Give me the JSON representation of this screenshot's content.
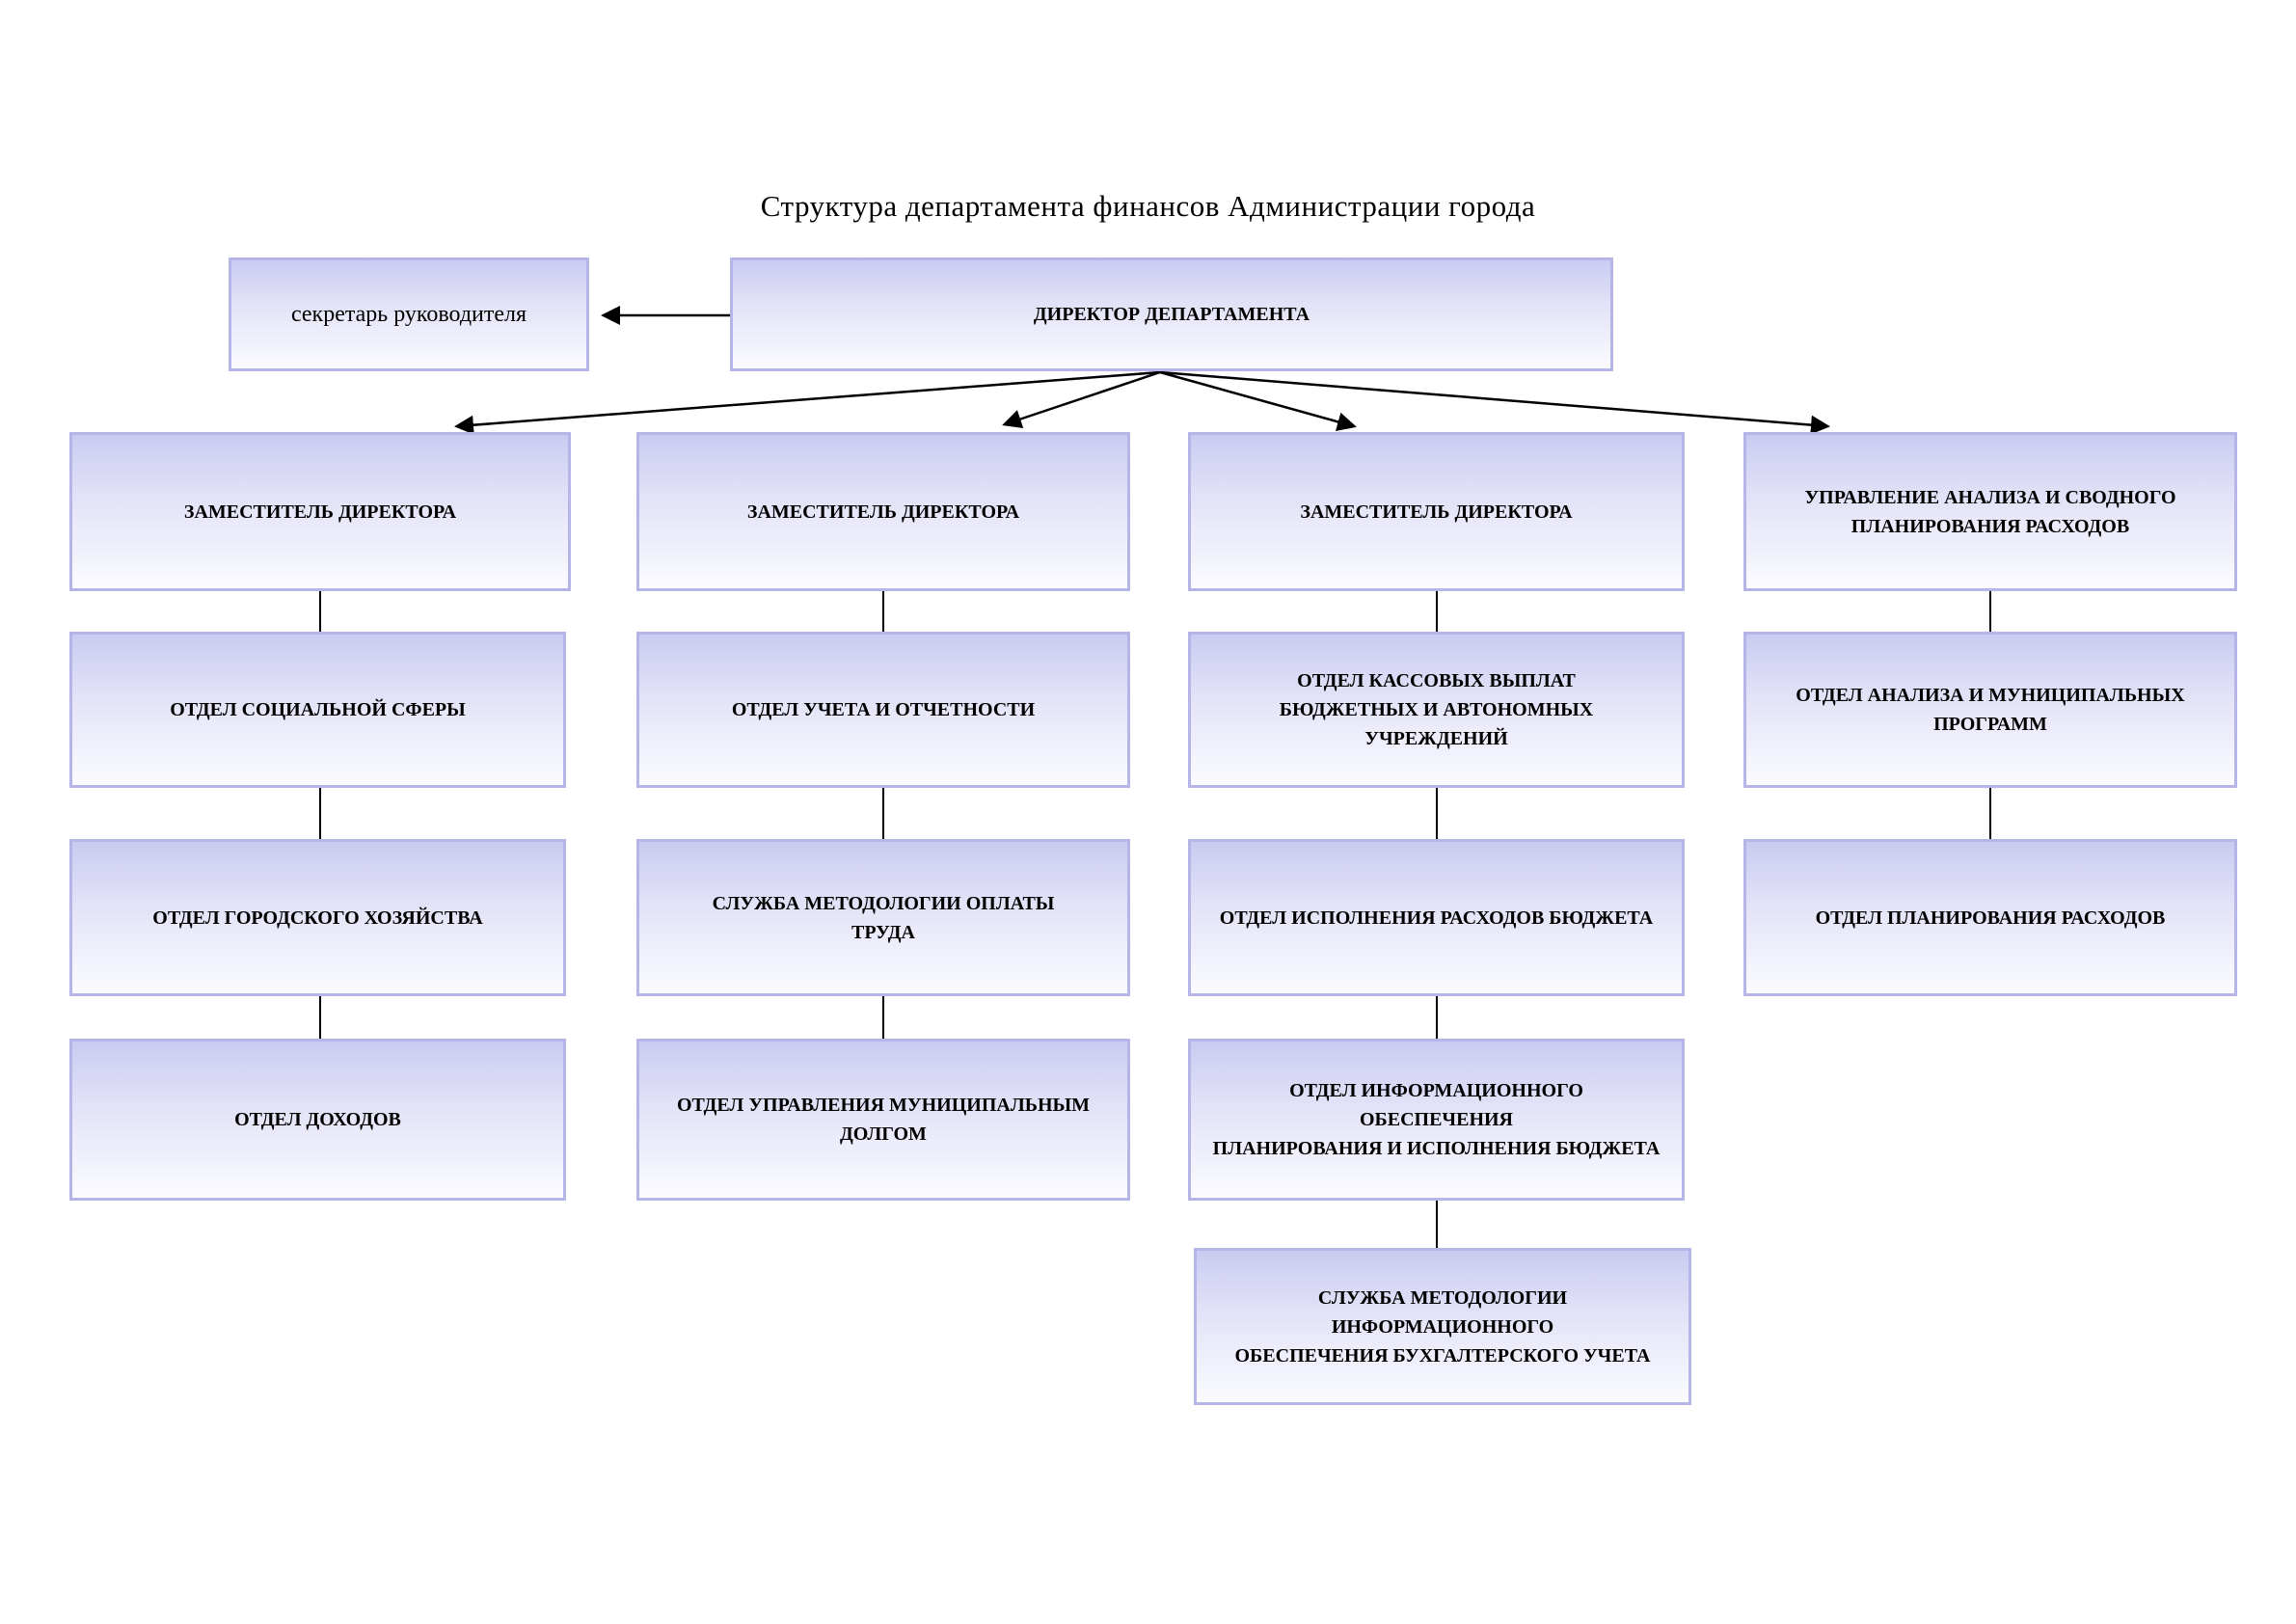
{
  "title": "Структура департамента финансов Администрации города",
  "org": {
    "secretary": "секретарь руководителя",
    "director": "ДИРЕКТОР ДЕПАРТАМЕНТА",
    "columns": [
      {
        "head": "ЗАМЕСТИТЕЛЬ ДИРЕКТОРА",
        "children": [
          "ОТДЕЛ СОЦИАЛЬНОЙ СФЕРЫ",
          "ОТДЕЛ ГОРОДСКОГО ХОЗЯЙСТВА",
          "ОТДЕЛ ДОХОДОВ"
        ]
      },
      {
        "head": "ЗАМЕСТИТЕЛЬ ДИРЕКТОРА",
        "children": [
          "ОТДЕЛ УЧЕТА И ОТЧЕТНОСТИ",
          "СЛУЖБА МЕТОДОЛОГИИ ОПЛАТЫ\nТРУДА",
          "ОТДЕЛ УПРАВЛЕНИЯ МУНИЦИПАЛЬНЫМ\nДОЛГОМ"
        ]
      },
      {
        "head": "ЗАМЕСТИТЕЛЬ ДИРЕКТОРА",
        "children": [
          "ОТДЕЛ КАССОВЫХ ВЫПЛАТ\nБЮДЖЕТНЫХ И АВТОНОМНЫХ УЧРЕЖДЕНИЙ",
          "ОТДЕЛ ИСПОЛНЕНИЯ РАСХОДОВ БЮДЖЕТА",
          "ОТДЕЛ ИНФОРМАЦИОННОГО ОБЕСПЕЧЕНИЯ\nПЛАНИРОВАНИЯ И ИСПОЛНЕНИЯ БЮДЖЕТА",
          "СЛУЖБА МЕТОДОЛОГИИ ИНФОРМАЦИОННОГО\nОБЕСПЕЧЕНИЯ БУХГАЛТЕРСКОГО УЧЕТА"
        ]
      },
      {
        "head": "УПРАВЛЕНИЕ АНАЛИЗА И СВОДНОГО\nПЛАНИРОВАНИЯ РАСХОДОВ",
        "children": [
          "ОТДЕЛ АНАЛИЗА И МУНИЦИПАЛЬНЫХ\nПРОГРАММ",
          "ОТДЕЛ ПЛАНИРОВАНИЯ РАСХОДОВ"
        ]
      }
    ]
  },
  "colors": {
    "box_fill_top": "#cbcbf2",
    "box_fill_bottom": "#fbfbff",
    "box_border": "#b5b5e8",
    "connector": "#000000"
  }
}
